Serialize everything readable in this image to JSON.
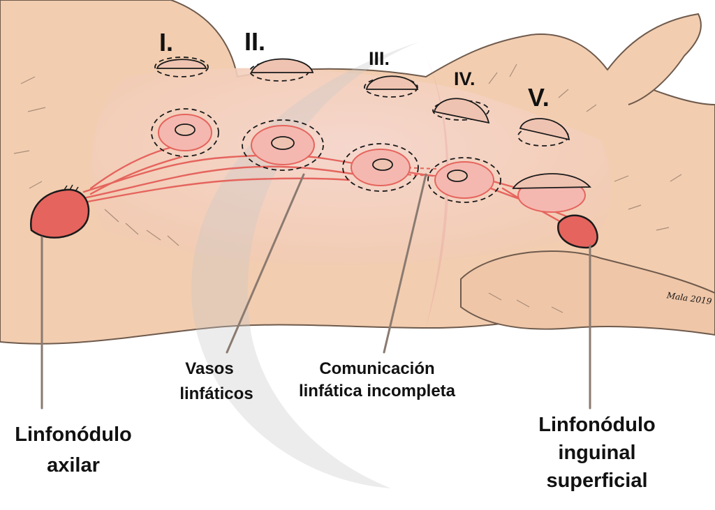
{
  "glands": [
    {
      "label": "I."
    },
    {
      "label": "II."
    },
    {
      "label": "III."
    },
    {
      "label": "IV."
    },
    {
      "label": "V."
    }
  ],
  "labels": {
    "vessels": [
      "Vasos",
      "linfáticos"
    ],
    "incomplete": [
      "Comunicación",
      "linfática incompleta"
    ],
    "axillary": [
      "Linfonódulo",
      "axilar"
    ],
    "inguinal": [
      "Linfonódulo",
      "inguinal",
      "superficial"
    ]
  },
  "signature": "Mala 2019",
  "colors": {
    "skin": "#f2cdb0",
    "skin_belly": "#f4d3c2",
    "lymph": "#e5645d",
    "lymph_vessel": "#e98a80",
    "outline": "#1a1a1a",
    "leader": "#8a7a70"
  }
}
